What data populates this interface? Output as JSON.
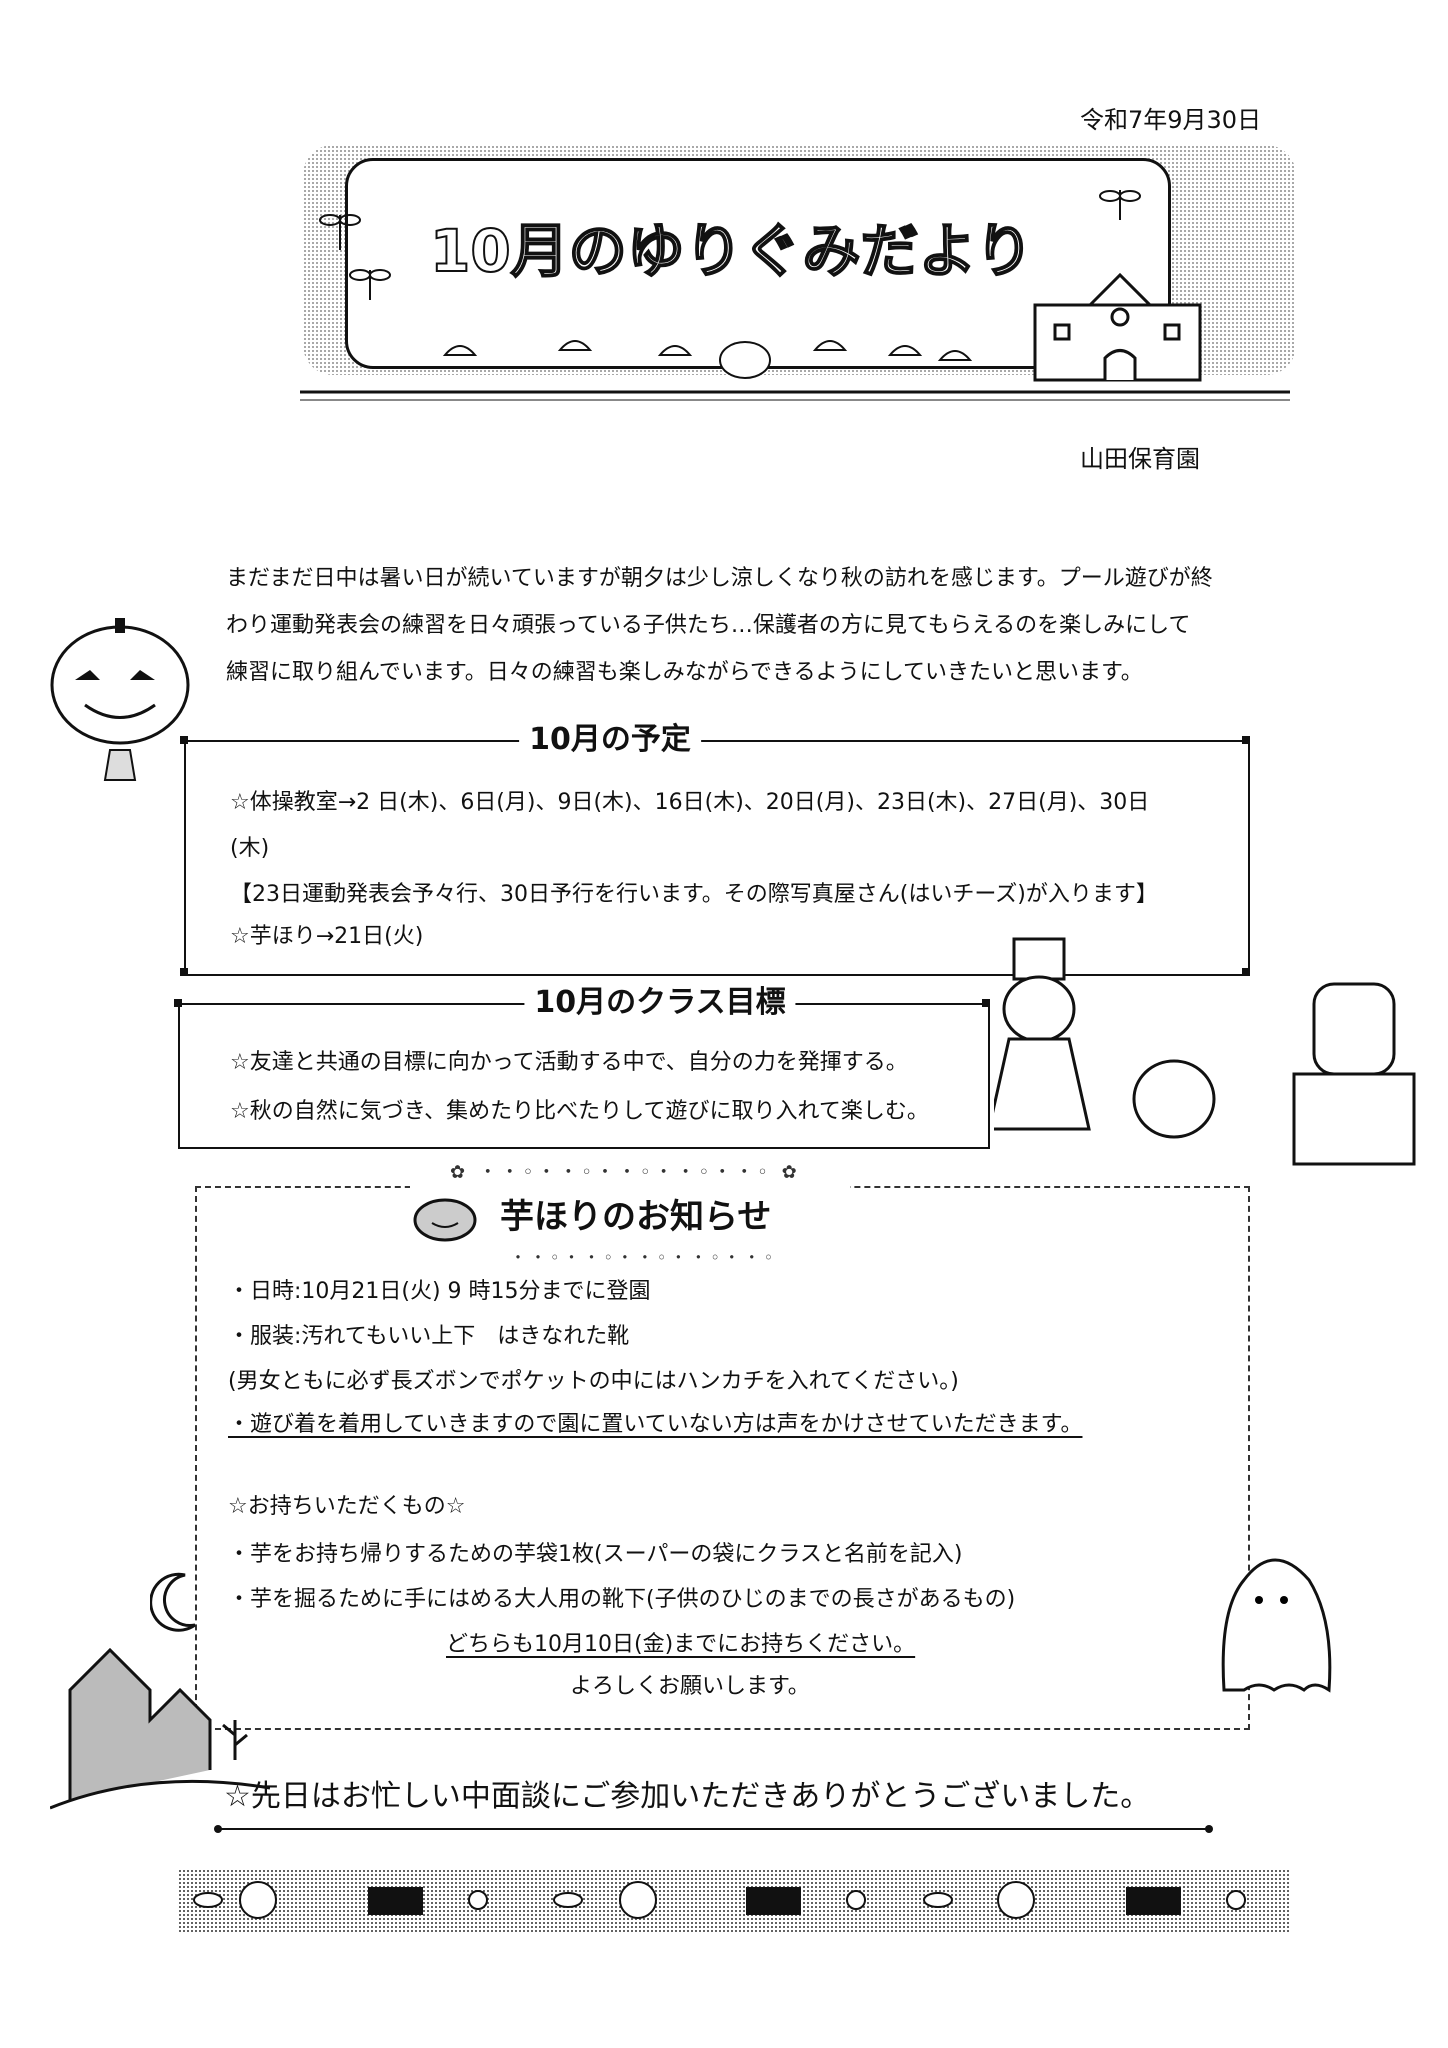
{
  "date": "令和7年9月30日",
  "banner": {
    "title": "10月のゆりぐみだより"
  },
  "school": "山田保育園",
  "intro": [
    "まだまだ日中は暑い日が続いていますが朝夕は少し涼しくなり秋の訪れを感じます。プール遊びが終",
    "わり運動発表会の練習を日々頑張っている子供たち…保護者の方に見てもらえるのを楽しみにして",
    "練習に取り組んでいます。日々の練習も楽しみながらできるようにしていきたいと思います。"
  ],
  "schedule": {
    "title": "10月の予定",
    "lines": [
      "☆体操教室→2 日(木)、6日(月)、9日(木)、16日(木)、20日(月)、23日(木)、27日(月)、30日",
      "(木)",
      "【23日運動発表会予々行、30日予行を行います。その際写真屋さん(はいチーズ)が入ります】",
      "☆芋ほり→21日(火)"
    ]
  },
  "goals": {
    "title": "10月のクラス目標",
    "lines": [
      "☆友達と共通の目標に向かって活動する中で、自分の力を発揮する。",
      "☆秋の自然に気づき、集めたり比べたりして遊びに取り入れて楽しむ。"
    ]
  },
  "imohori": {
    "title": "芋ほりのお知らせ",
    "lines": [
      "・日時:10月21日(火)  9 時15分までに登園",
      "・服装:汚れてもいい上下　はきなれた靴",
      "(男女ともに必ず長ズボンでポケットの中にはハンカチを入れてください。)",
      "・遊び着を着用していきますので園に置いていない方は声をかけさせていただきます。"
    ],
    "bring_title": "☆お持ちいただくもの☆",
    "bring": [
      "・芋をお持ち帰りするための芋袋1枚(スーパーの袋にクラスと名前を記入)",
      "・芋を掘るために手にはめる大人用の靴下(子供のひじのまでの長さがあるもの)"
    ],
    "deadline": "どちらも10月10日(金)までにお持ちください。",
    "closing": "よろしくお願いします。"
  },
  "thanks": "☆先日はお忙しい中面談にご参加いただきありがとうございました。"
}
